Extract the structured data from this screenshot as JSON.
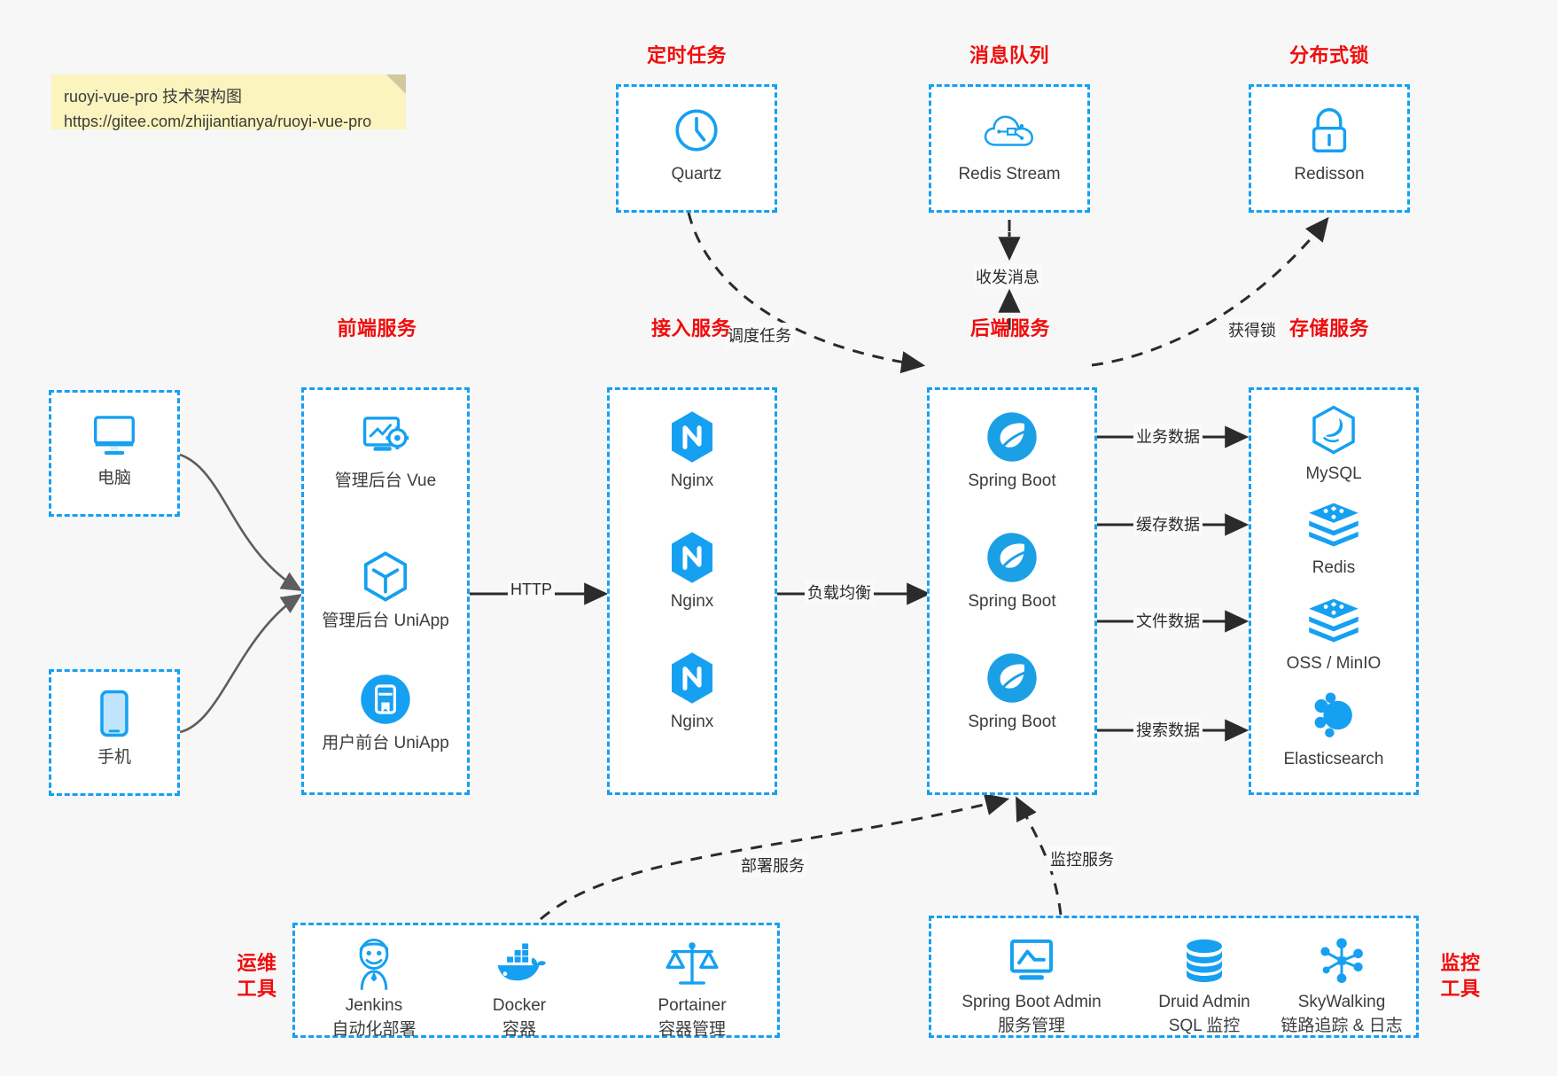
{
  "note": {
    "line1": "ruoyi-vue-pro 技术架构图",
    "line2": "https://gitee.com/zhijiantianya/ruoyi-vue-pro"
  },
  "colors": {
    "accent": "#15a0f2",
    "title_red": "#f00d0d",
    "text": "#3c3c3c",
    "note_bg": "#fbf4bf",
    "canvas_bg": "#f7f7f7",
    "edge": "#2b2b2b"
  },
  "groups": {
    "scheduler": {
      "title": "定时任务",
      "nodes": [
        {
          "label": "Quartz",
          "icon": "clock-icon"
        }
      ]
    },
    "mq": {
      "title": "消息队列",
      "nodes": [
        {
          "label": "Redis Stream",
          "icon": "cloud-network-icon"
        }
      ]
    },
    "lock": {
      "title": "分布式锁",
      "nodes": [
        {
          "label": "Redisson",
          "icon": "lock-icon"
        }
      ]
    },
    "clients": {
      "nodes": [
        {
          "label": "电脑",
          "icon": "desktop-icon"
        },
        {
          "label": "手机",
          "icon": "mobile-icon"
        }
      ]
    },
    "frontend": {
      "title": "前端服务",
      "nodes": [
        {
          "label": "管理后台 Vue",
          "icon": "dashboard-gear-icon"
        },
        {
          "label": "管理后台 UniApp",
          "icon": "hexagon-cube-icon"
        },
        {
          "label": "用户前台 UniApp",
          "icon": "app-window-icon"
        }
      ]
    },
    "gateway": {
      "title": "接入服务",
      "nodes": [
        {
          "label": "Nginx",
          "icon": "nginx-icon"
        },
        {
          "label": "Nginx",
          "icon": "nginx-icon"
        },
        {
          "label": "Nginx",
          "icon": "nginx-icon"
        }
      ]
    },
    "backend": {
      "title": "后端服务",
      "nodes": [
        {
          "label": "Spring Boot",
          "icon": "spring-leaf-icon"
        },
        {
          "label": "Spring Boot",
          "icon": "spring-leaf-icon"
        },
        {
          "label": "Spring Boot",
          "icon": "spring-leaf-icon"
        }
      ]
    },
    "storage": {
      "title": "存储服务",
      "nodes": [
        {
          "label": "MySQL",
          "icon": "mysql-dolphin-icon"
        },
        {
          "label": "Redis",
          "icon": "redis-stack-icon"
        },
        {
          "label": "OSS / MinIO",
          "icon": "redis-stack-icon"
        },
        {
          "label": "Elasticsearch",
          "icon": "elasticsearch-icon"
        }
      ]
    },
    "devops": {
      "title_line1": "运维",
      "title_line2": "工具",
      "nodes": [
        {
          "label": "Jenkins",
          "sub": "自动化部署",
          "icon": "jenkins-butler-icon"
        },
        {
          "label": "Docker",
          "sub": "容器",
          "icon": "docker-whale-icon"
        },
        {
          "label": "Portainer",
          "sub": "容器管理",
          "icon": "scales-icon"
        }
      ]
    },
    "monitor": {
      "title_line1": "监控",
      "title_line2": "工具",
      "nodes": [
        {
          "label": "Spring Boot Admin",
          "sub": "服务管理",
          "icon": "monitor-chart-icon"
        },
        {
          "label": "Druid Admin",
          "sub": "SQL 监控",
          "icon": "database-icon"
        },
        {
          "label": "SkyWalking",
          "sub": "链路追踪 & 日志",
          "icon": "node-graph-icon"
        }
      ]
    }
  },
  "edges": [
    {
      "label": "调度任务",
      "from": "scheduler",
      "to": "backend",
      "style": "dashed"
    },
    {
      "label": "收发消息",
      "from": "mq",
      "to": "backend",
      "style": "dashed-bidirectional"
    },
    {
      "label": "获得锁",
      "from": "backend",
      "to": "lock",
      "style": "dashed"
    },
    {
      "label": "HTTP",
      "from": "frontend",
      "to": "gateway",
      "style": "solid"
    },
    {
      "label": "负载均衡",
      "from": "gateway",
      "to": "backend",
      "style": "solid"
    },
    {
      "label": "业务数据",
      "from": "backend",
      "to": "mysql",
      "style": "solid"
    },
    {
      "label": "缓存数据",
      "from": "backend",
      "to": "redis",
      "style": "solid"
    },
    {
      "label": "文件数据",
      "from": "backend",
      "to": "oss",
      "style": "solid"
    },
    {
      "label": "搜索数据",
      "from": "backend",
      "to": "elasticsearch",
      "style": "solid"
    },
    {
      "label": "部署服务",
      "from": "devops",
      "to": "backend",
      "style": "dashed"
    },
    {
      "label": "监控服务",
      "from": "monitor",
      "to": "backend",
      "style": "dashed"
    }
  ]
}
